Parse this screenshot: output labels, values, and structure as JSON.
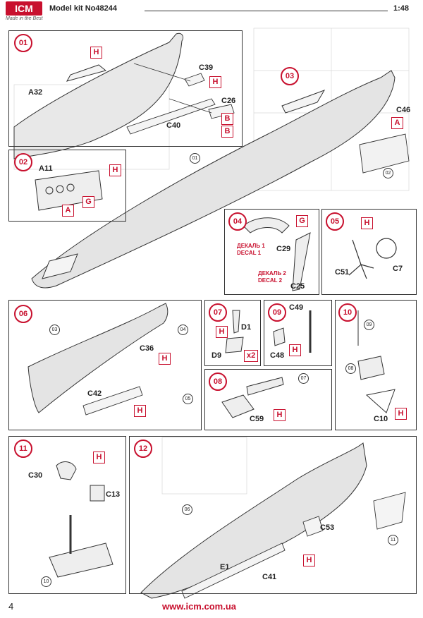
{
  "header": {
    "brand": "ICM",
    "tagline": "Made in the Best",
    "title": "Model kit No48244",
    "scale": "1:48"
  },
  "steps": {
    "s01": "01",
    "s02": "02",
    "s03": "03",
    "s04": "04",
    "s05": "05",
    "s06": "06",
    "s07": "07",
    "s08": "08",
    "s09": "09",
    "s10": "10",
    "s11": "11",
    "s12": "12"
  },
  "parts": {
    "A32": "A32",
    "C39": "C39",
    "C26": "C26",
    "C40": "C40",
    "C46": "C46",
    "A11": "A11",
    "C29": "C29",
    "C25": "C25",
    "C51": "C51",
    "C7": "C7",
    "C36": "C36",
    "C42": "C42",
    "D1": "D1",
    "D9": "D9",
    "C49": "C49",
    "C48": "C48",
    "C59": "C59",
    "C10": "C10",
    "C30": "C30",
    "C13": "C13",
    "C53": "C53",
    "E1": "E1",
    "C41": "C41"
  },
  "colors": {
    "H": "H",
    "A": "A",
    "B": "B",
    "G": "G"
  },
  "multiplier": "x2",
  "decals": {
    "decal1_ru": "ДЕКАЛЬ 1",
    "decal1_en": "DECAL 1",
    "decal2_ru": "ДЕКАЛЬ 2",
    "decal2_en": "DECAL 2"
  },
  "refs": {
    "r01": "01",
    "r02": "02",
    "r03": "03",
    "r04": "04",
    "r05": "05",
    "r06": "06",
    "r07": "07",
    "r08": "08",
    "r09": "09",
    "r10": "10",
    "r11": "11"
  },
  "footer": {
    "page": "4",
    "url": "www.icm.com.ua"
  }
}
